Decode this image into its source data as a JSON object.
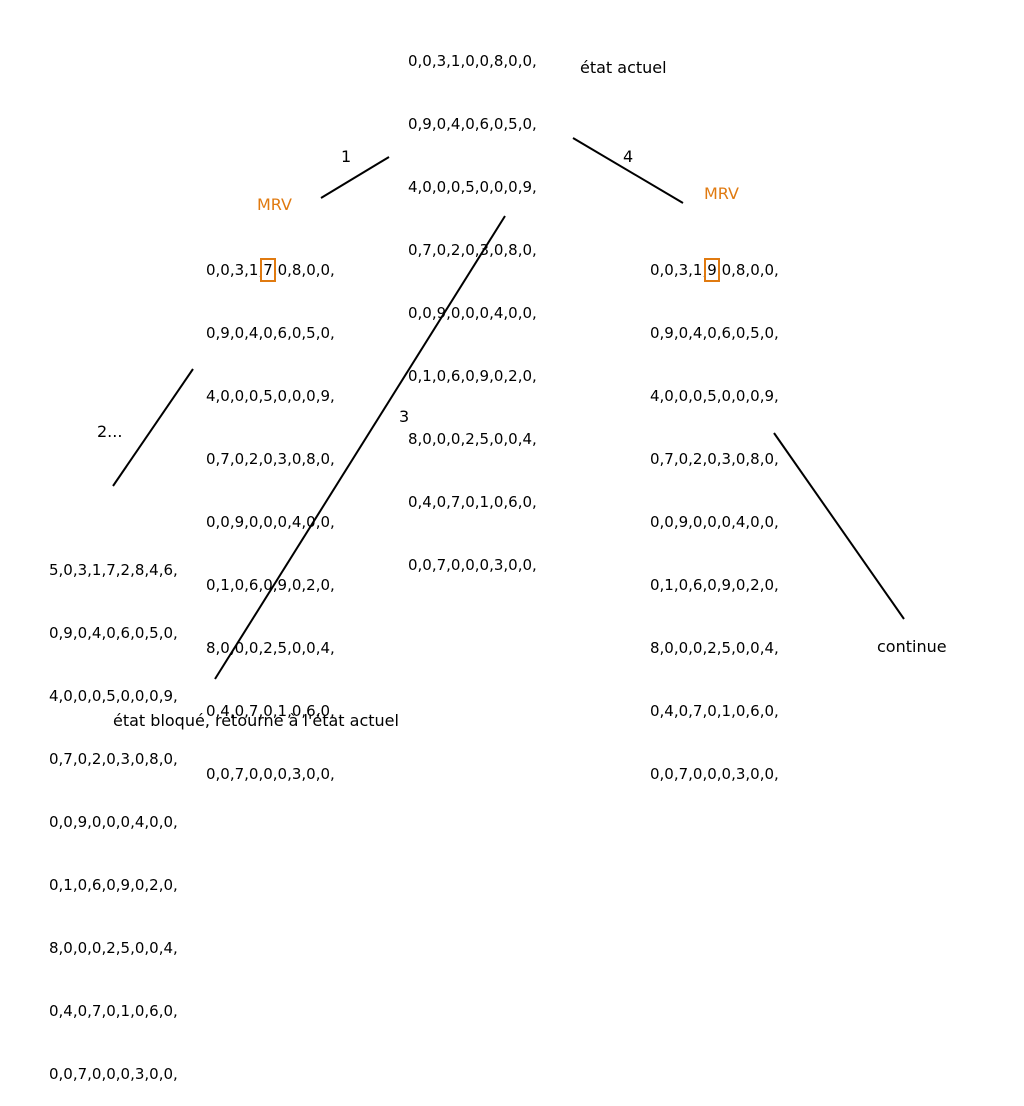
{
  "root": {
    "label": "état actuel",
    "grid": [
      "0,0,3,1,0,0,8,0,0,",
      "0,9,0,4,0,6,0,5,0,",
      "4,0,0,0,5,0,0,0,9,",
      "0,7,0,2,0,3,0,8,0,",
      "0,0,9,0,0,0,4,0,0,",
      "0,1,0,6,0,9,0,2,0,",
      "8,0,0,0,2,5,0,0,4,",
      "0,4,0,7,0,1,0,6,0,",
      "0,0,7,0,0,0,3,0,0,"
    ]
  },
  "left": {
    "mrv_label": "MRV",
    "first_row": {
      "before": "0,0,3,1,",
      "highlight": "7",
      "after": ",0,8,0,0,"
    },
    "grid": [
      "0,9,0,4,0,6,0,5,0,",
      "4,0,0,0,5,0,0,0,9,",
      "0,7,0,2,0,3,0,8,0,",
      "0,0,9,0,0,0,4,0,0,",
      "0,1,0,6,0,9,0,2,0,",
      "8,0,0,0,2,5,0,0,4,",
      "0,4,0,7,0,1,0,6,0,",
      "0,0,7,0,0,0,3,0,0,"
    ]
  },
  "right": {
    "mrv_label": "MRV",
    "first_row": {
      "before": "0,0,3,1,",
      "highlight": "9",
      "after": ",0,8,0,0,"
    },
    "grid": [
      "0,9,0,4,0,6,0,5,0,",
      "4,0,0,0,5,0,0,0,9,",
      "0,7,0,2,0,3,0,8,0,",
      "0,0,9,0,0,0,4,0,0,",
      "0,1,0,6,0,9,0,2,0,",
      "8,0,0,0,2,5,0,0,4,",
      "0,4,0,7,0,1,0,6,0,",
      "0,0,7,0,0,0,3,0,0,"
    ],
    "continue_label": "continue"
  },
  "blocked": {
    "label": "état bloqué, retourne à l'état actuel",
    "grid": [
      "5,0,3,1,7,2,8,4,6,",
      "0,9,0,4,0,6,0,5,0,",
      "4,0,0,0,5,0,0,0,9,",
      "0,7,0,2,0,3,0,8,0,",
      "0,0,9,0,0,0,4,0,0,",
      "0,1,0,6,0,9,0,2,0,",
      "8,0,0,0,2,5,0,0,4,",
      "0,4,0,7,0,1,0,6,0,",
      "0,0,7,0,0,0,3,0,0,"
    ]
  },
  "edges": {
    "e1": "1",
    "e2": "2...",
    "e3": "3",
    "e4": "4"
  },
  "colors": {
    "mrv": "#e07a10",
    "text": "#000000",
    "edge": "#000000"
  }
}
